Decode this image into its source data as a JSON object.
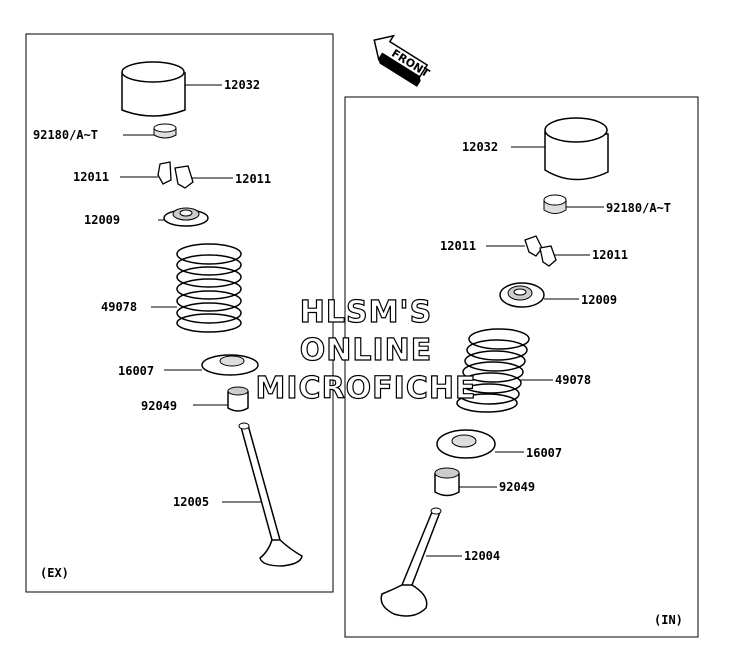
{
  "direction_arrow": {
    "label": "FRONT"
  },
  "watermark": {
    "lines": [
      "HLSM'S",
      "ONLINE",
      "MICROFICHE"
    ]
  },
  "panels": {
    "exhaust": {
      "tag": "(EX)",
      "parts": {
        "tappet": "12032",
        "shim": "92180/A~T",
        "keeper_left": "12011",
        "keeper_right": "12011",
        "retainer": "12009",
        "spring": "49078",
        "spring_seat": "16007",
        "stem_seal": "92049",
        "valve": "12005"
      }
    },
    "intake": {
      "tag": "(IN)",
      "parts": {
        "tappet": "12032",
        "shim": "92180/A~T",
        "keeper_left": "12011",
        "keeper_right": "12011",
        "retainer": "12009",
        "spring": "49078",
        "spring_seat": "16007",
        "stem_seal": "92049",
        "valve": "12004"
      }
    }
  },
  "colors": {
    "line": "#000000",
    "background": "#ffffff",
    "fill_gray": "#d8d8d8"
  }
}
